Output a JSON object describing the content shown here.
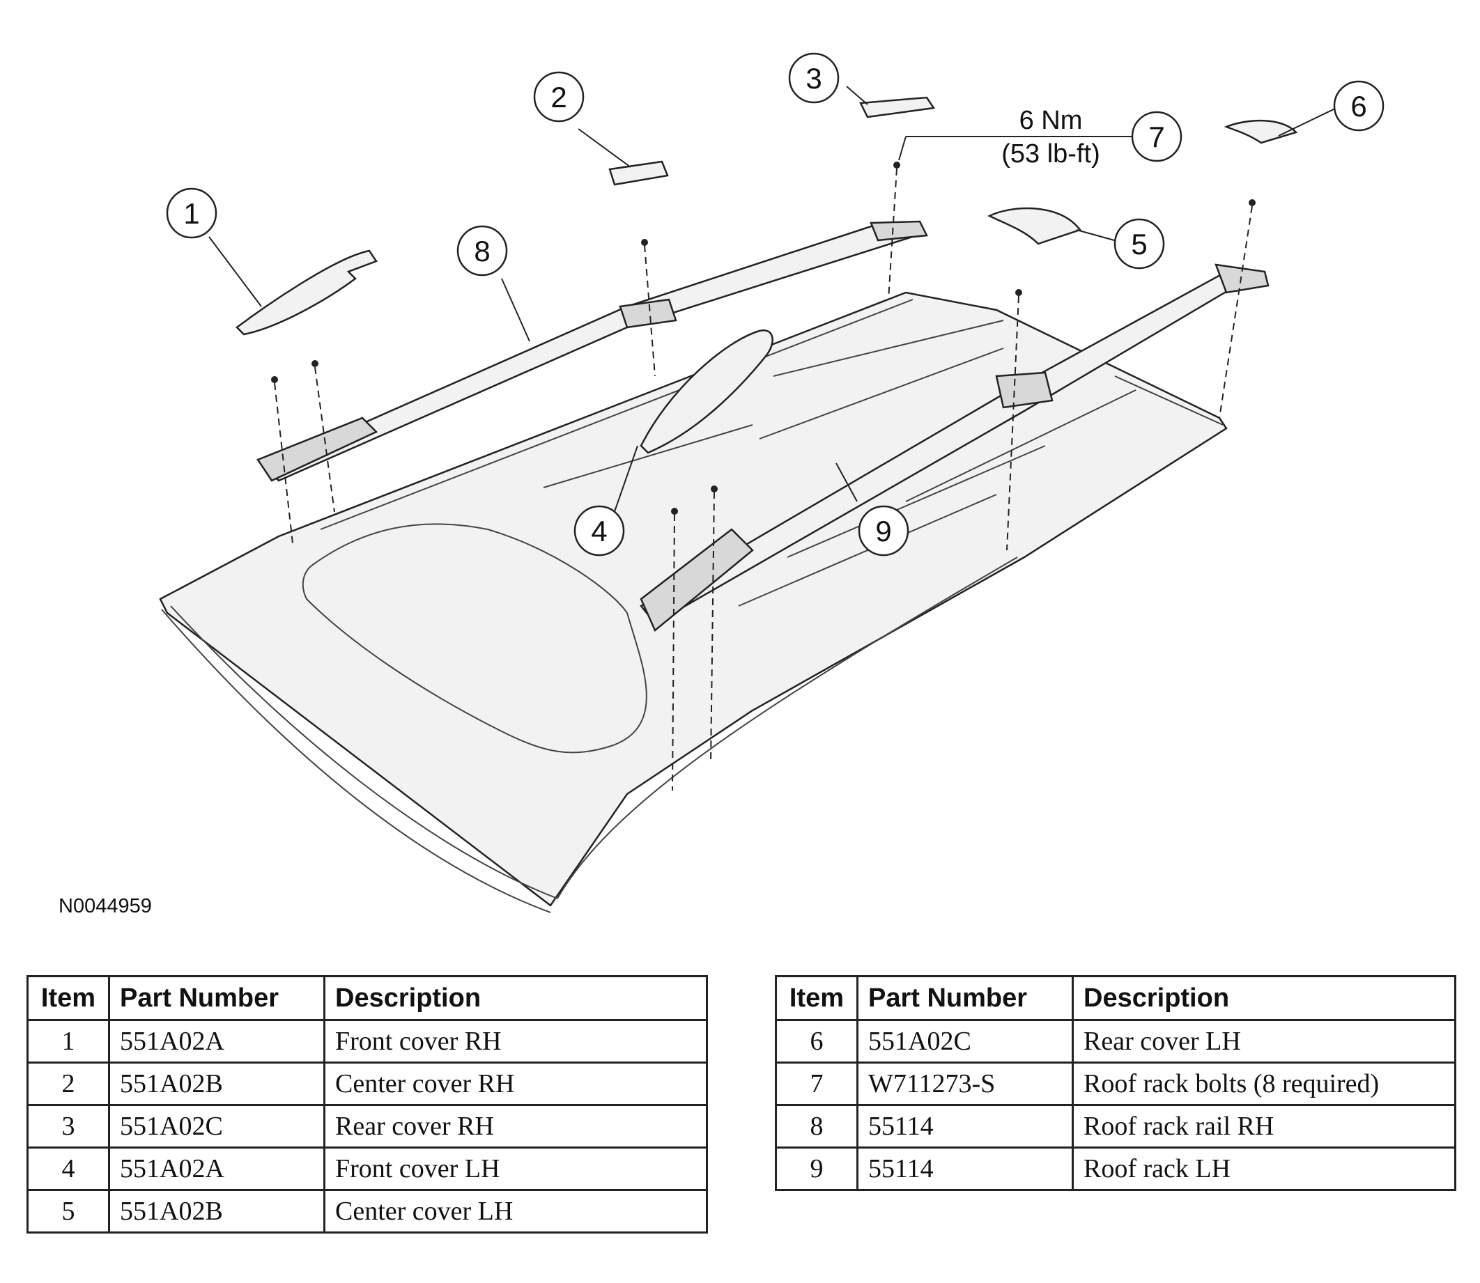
{
  "figure_id": "N0044959",
  "torque": {
    "value": "6 Nm",
    "imperial": "(53 lb-ft)"
  },
  "callouts": [
    "1",
    "2",
    "3",
    "4",
    "5",
    "6",
    "7",
    "8",
    "9"
  ],
  "table_headers": {
    "item": "Item",
    "part_number": "Part Number",
    "description": "Description"
  },
  "parts_left": [
    {
      "item": "1",
      "part_number": "551A02A",
      "description": "Front cover RH"
    },
    {
      "item": "2",
      "part_number": "551A02B",
      "description": "Center cover RH"
    },
    {
      "item": "3",
      "part_number": "551A02C",
      "description": "Rear cover RH"
    },
    {
      "item": "4",
      "part_number": "551A02A",
      "description": "Front cover LH"
    },
    {
      "item": "5",
      "part_number": "551A02B",
      "description": "Center cover LH"
    }
  ],
  "parts_right": [
    {
      "item": "6",
      "part_number": "551A02C",
      "description": "Rear cover LH"
    },
    {
      "item": "7",
      "part_number": "W711273-S",
      "description": "Roof rack bolts (8 required)"
    },
    {
      "item": "8",
      "part_number": "55114",
      "description": "Roof rack rail RH"
    },
    {
      "item": "9",
      "part_number": "55114",
      "description": "Roof rack LH"
    }
  ]
}
